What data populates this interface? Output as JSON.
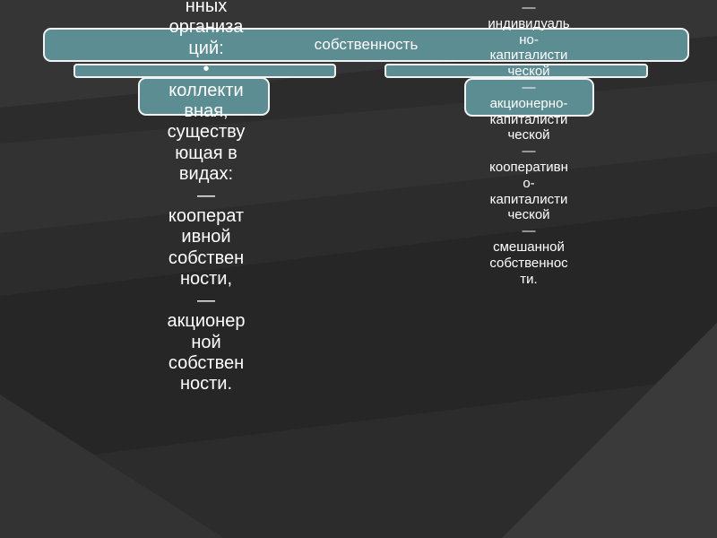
{
  "diagram": {
    "root_label": "собственность",
    "left_column_text": "нных\nорганиза\nций:\n•\nколлекти\nвная,\nсуществу\nющая в\nвидах:\n—\nкооперат\nивной\nсобствен\nности,\n—\nакционер\nной\nсобствен\nности.",
    "right_column_text": "—\nиндивидуаль\nно-\nкапиталисти\nческой\n—\nакционерно-\nкапиталисти\nческой\n—\nкооперативн\nо-\nкапиталисти\nческой\n—\nсмешанной\nсобственнос\nти."
  },
  "colors": {
    "background": "#2c2c2c",
    "node_fill": "#5b8d93",
    "node_border": "#f2f2f2",
    "text": "#ffffff"
  }
}
